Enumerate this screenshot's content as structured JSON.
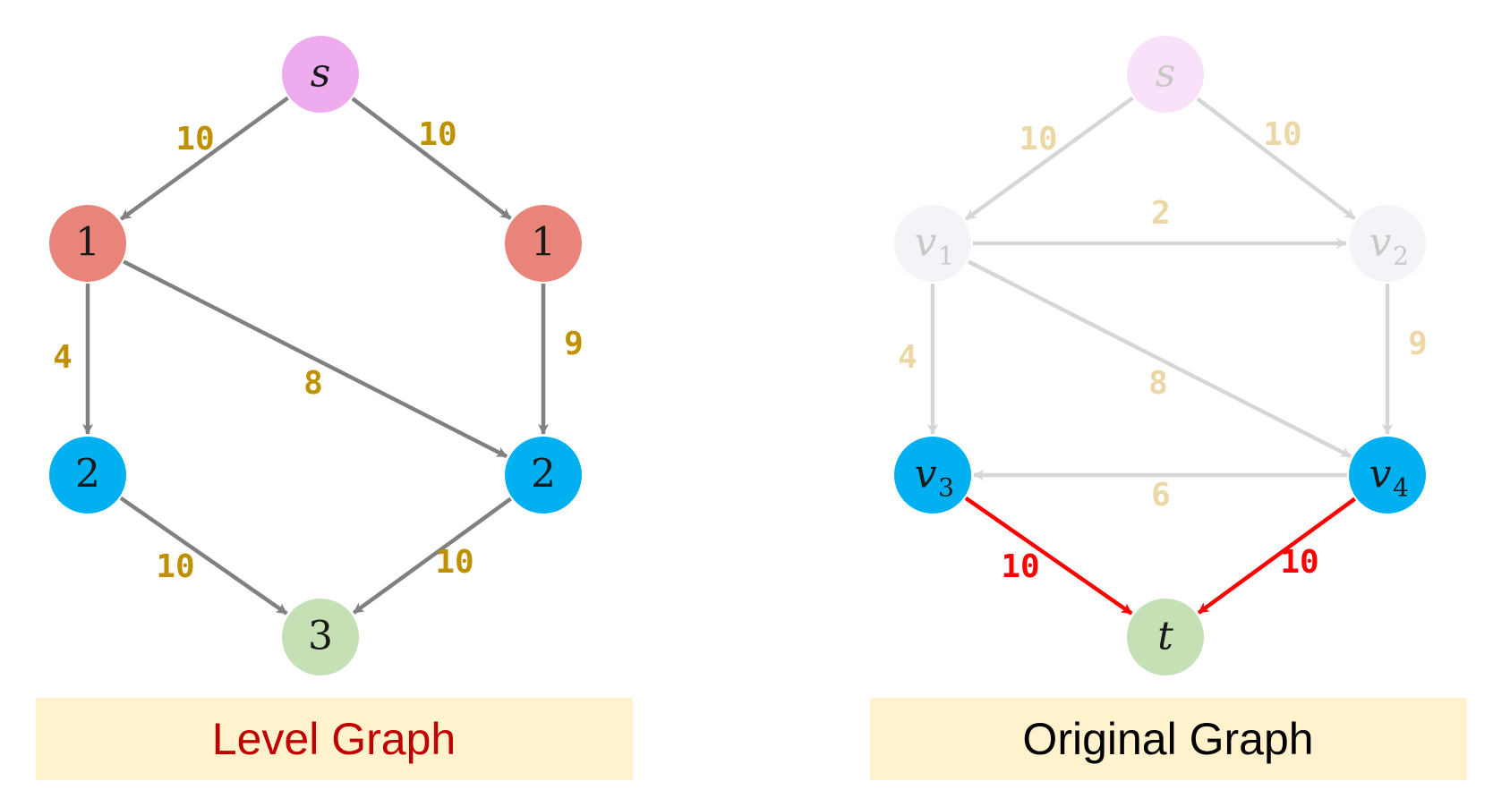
{
  "colors": {
    "edge_default": "#808080",
    "edge_faded": "#d6d6d6",
    "edge_highlight": "#ff0000",
    "weight_default": "#bf9000",
    "weight_faded": "#ebd8a6",
    "weight_highlight": "#ff0000",
    "caption_bg": "#fff2cc",
    "level_caption_text": "#c00000",
    "original_caption_text": "#000000",
    "node_source": "#eeabee",
    "node_source_faded": "#f9e2f9",
    "node_level1": "#e8847a",
    "node_level2": "#00b0f0",
    "node_level3": "#c5e0b4",
    "node_faded": "#f2f4f7",
    "text_dark": "#1a1a1a",
    "text_faded": "#c8c8c8"
  },
  "level_graph": {
    "caption": "Level Graph",
    "nodes": [
      {
        "id": "s",
        "label": "s",
        "style": "math",
        "color": "node_source"
      },
      {
        "id": "a",
        "label": "1",
        "style": "num",
        "color": "node_level1"
      },
      {
        "id": "b",
        "label": "1",
        "style": "num",
        "color": "node_level1"
      },
      {
        "id": "c",
        "label": "2",
        "style": "num",
        "color": "node_level2"
      },
      {
        "id": "d",
        "label": "2",
        "style": "num",
        "color": "node_level2"
      },
      {
        "id": "t",
        "label": "3",
        "style": "num",
        "color": "node_level3"
      }
    ],
    "edges": [
      {
        "from": "s",
        "to": "a",
        "weight": "10",
        "state": "default"
      },
      {
        "from": "s",
        "to": "b",
        "weight": "10",
        "state": "default"
      },
      {
        "from": "a",
        "to": "c",
        "weight": "4",
        "state": "default"
      },
      {
        "from": "a",
        "to": "d",
        "weight": "8",
        "state": "default"
      },
      {
        "from": "b",
        "to": "d",
        "weight": "9",
        "state": "default"
      },
      {
        "from": "c",
        "to": "t",
        "weight": "10",
        "state": "default"
      },
      {
        "from": "d",
        "to": "t",
        "weight": "10",
        "state": "default"
      }
    ]
  },
  "original_graph": {
    "caption": "Original Graph",
    "nodes": [
      {
        "id": "s",
        "label": "s",
        "sub": "",
        "style": "math",
        "color": "node_source_faded",
        "faded": true
      },
      {
        "id": "v1",
        "label": "v",
        "sub": "1",
        "style": "math",
        "color": "node_faded",
        "faded": true
      },
      {
        "id": "v2",
        "label": "v",
        "sub": "2",
        "style": "math",
        "color": "node_faded",
        "faded": true
      },
      {
        "id": "v3",
        "label": "v",
        "sub": "3",
        "style": "math",
        "color": "node_level2",
        "faded": false
      },
      {
        "id": "v4",
        "label": "v",
        "sub": "4",
        "style": "math",
        "color": "node_level2",
        "faded": false
      },
      {
        "id": "t",
        "label": "t",
        "sub": "",
        "style": "math",
        "color": "node_level3",
        "faded": false
      }
    ],
    "edges": [
      {
        "from": "s",
        "to": "v1",
        "weight": "10",
        "state": "faded"
      },
      {
        "from": "s",
        "to": "v2",
        "weight": "10",
        "state": "faded"
      },
      {
        "from": "v1",
        "to": "v2",
        "weight": "2",
        "state": "faded"
      },
      {
        "from": "v1",
        "to": "v3",
        "weight": "4",
        "state": "faded"
      },
      {
        "from": "v1",
        "to": "v4",
        "weight": "8",
        "state": "faded"
      },
      {
        "from": "v2",
        "to": "v4",
        "weight": "9",
        "state": "faded"
      },
      {
        "from": "v4",
        "to": "v3",
        "weight": "6",
        "state": "faded"
      },
      {
        "from": "v3",
        "to": "t",
        "weight": "10",
        "state": "highlight"
      },
      {
        "from": "v4",
        "to": "t",
        "weight": "10",
        "state": "highlight"
      }
    ]
  }
}
